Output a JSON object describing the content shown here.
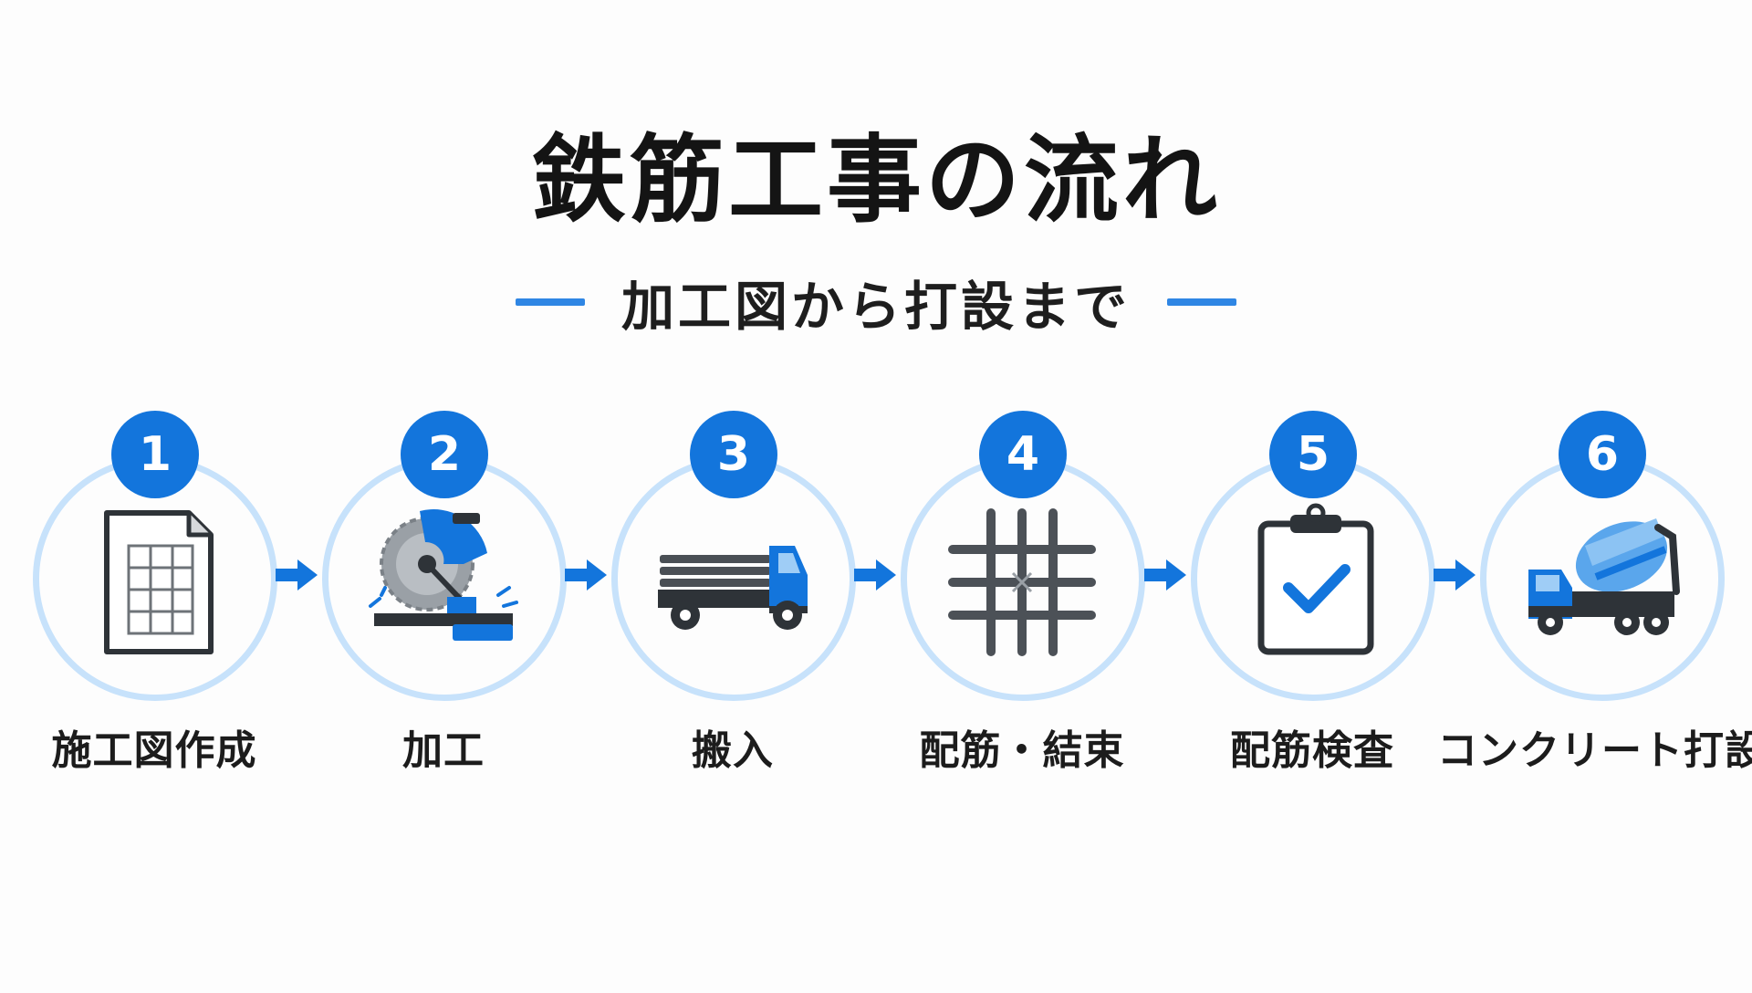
{
  "header": {
    "title": "鉄筋工事の流れ",
    "subtitle": "加工図から打設まで"
  },
  "colors": {
    "accent": "#1375dc",
    "ring": "#c7e2fb",
    "dark": "#3a3f45"
  },
  "steps": [
    {
      "number": "1",
      "label": "施工図作成",
      "icon": "drawing-document-icon"
    },
    {
      "number": "2",
      "label": "加工",
      "icon": "cutting-saw-icon"
    },
    {
      "number": "3",
      "label": "搬入",
      "icon": "delivery-truck-icon"
    },
    {
      "number": "4",
      "label": "配筋・結束",
      "icon": "rebar-grid-icon"
    },
    {
      "number": "5",
      "label": "配筋検査",
      "icon": "inspection-clipboard-icon"
    },
    {
      "number": "6",
      "label": "コンクリート打設",
      "icon": "concrete-mixer-truck-icon"
    }
  ]
}
